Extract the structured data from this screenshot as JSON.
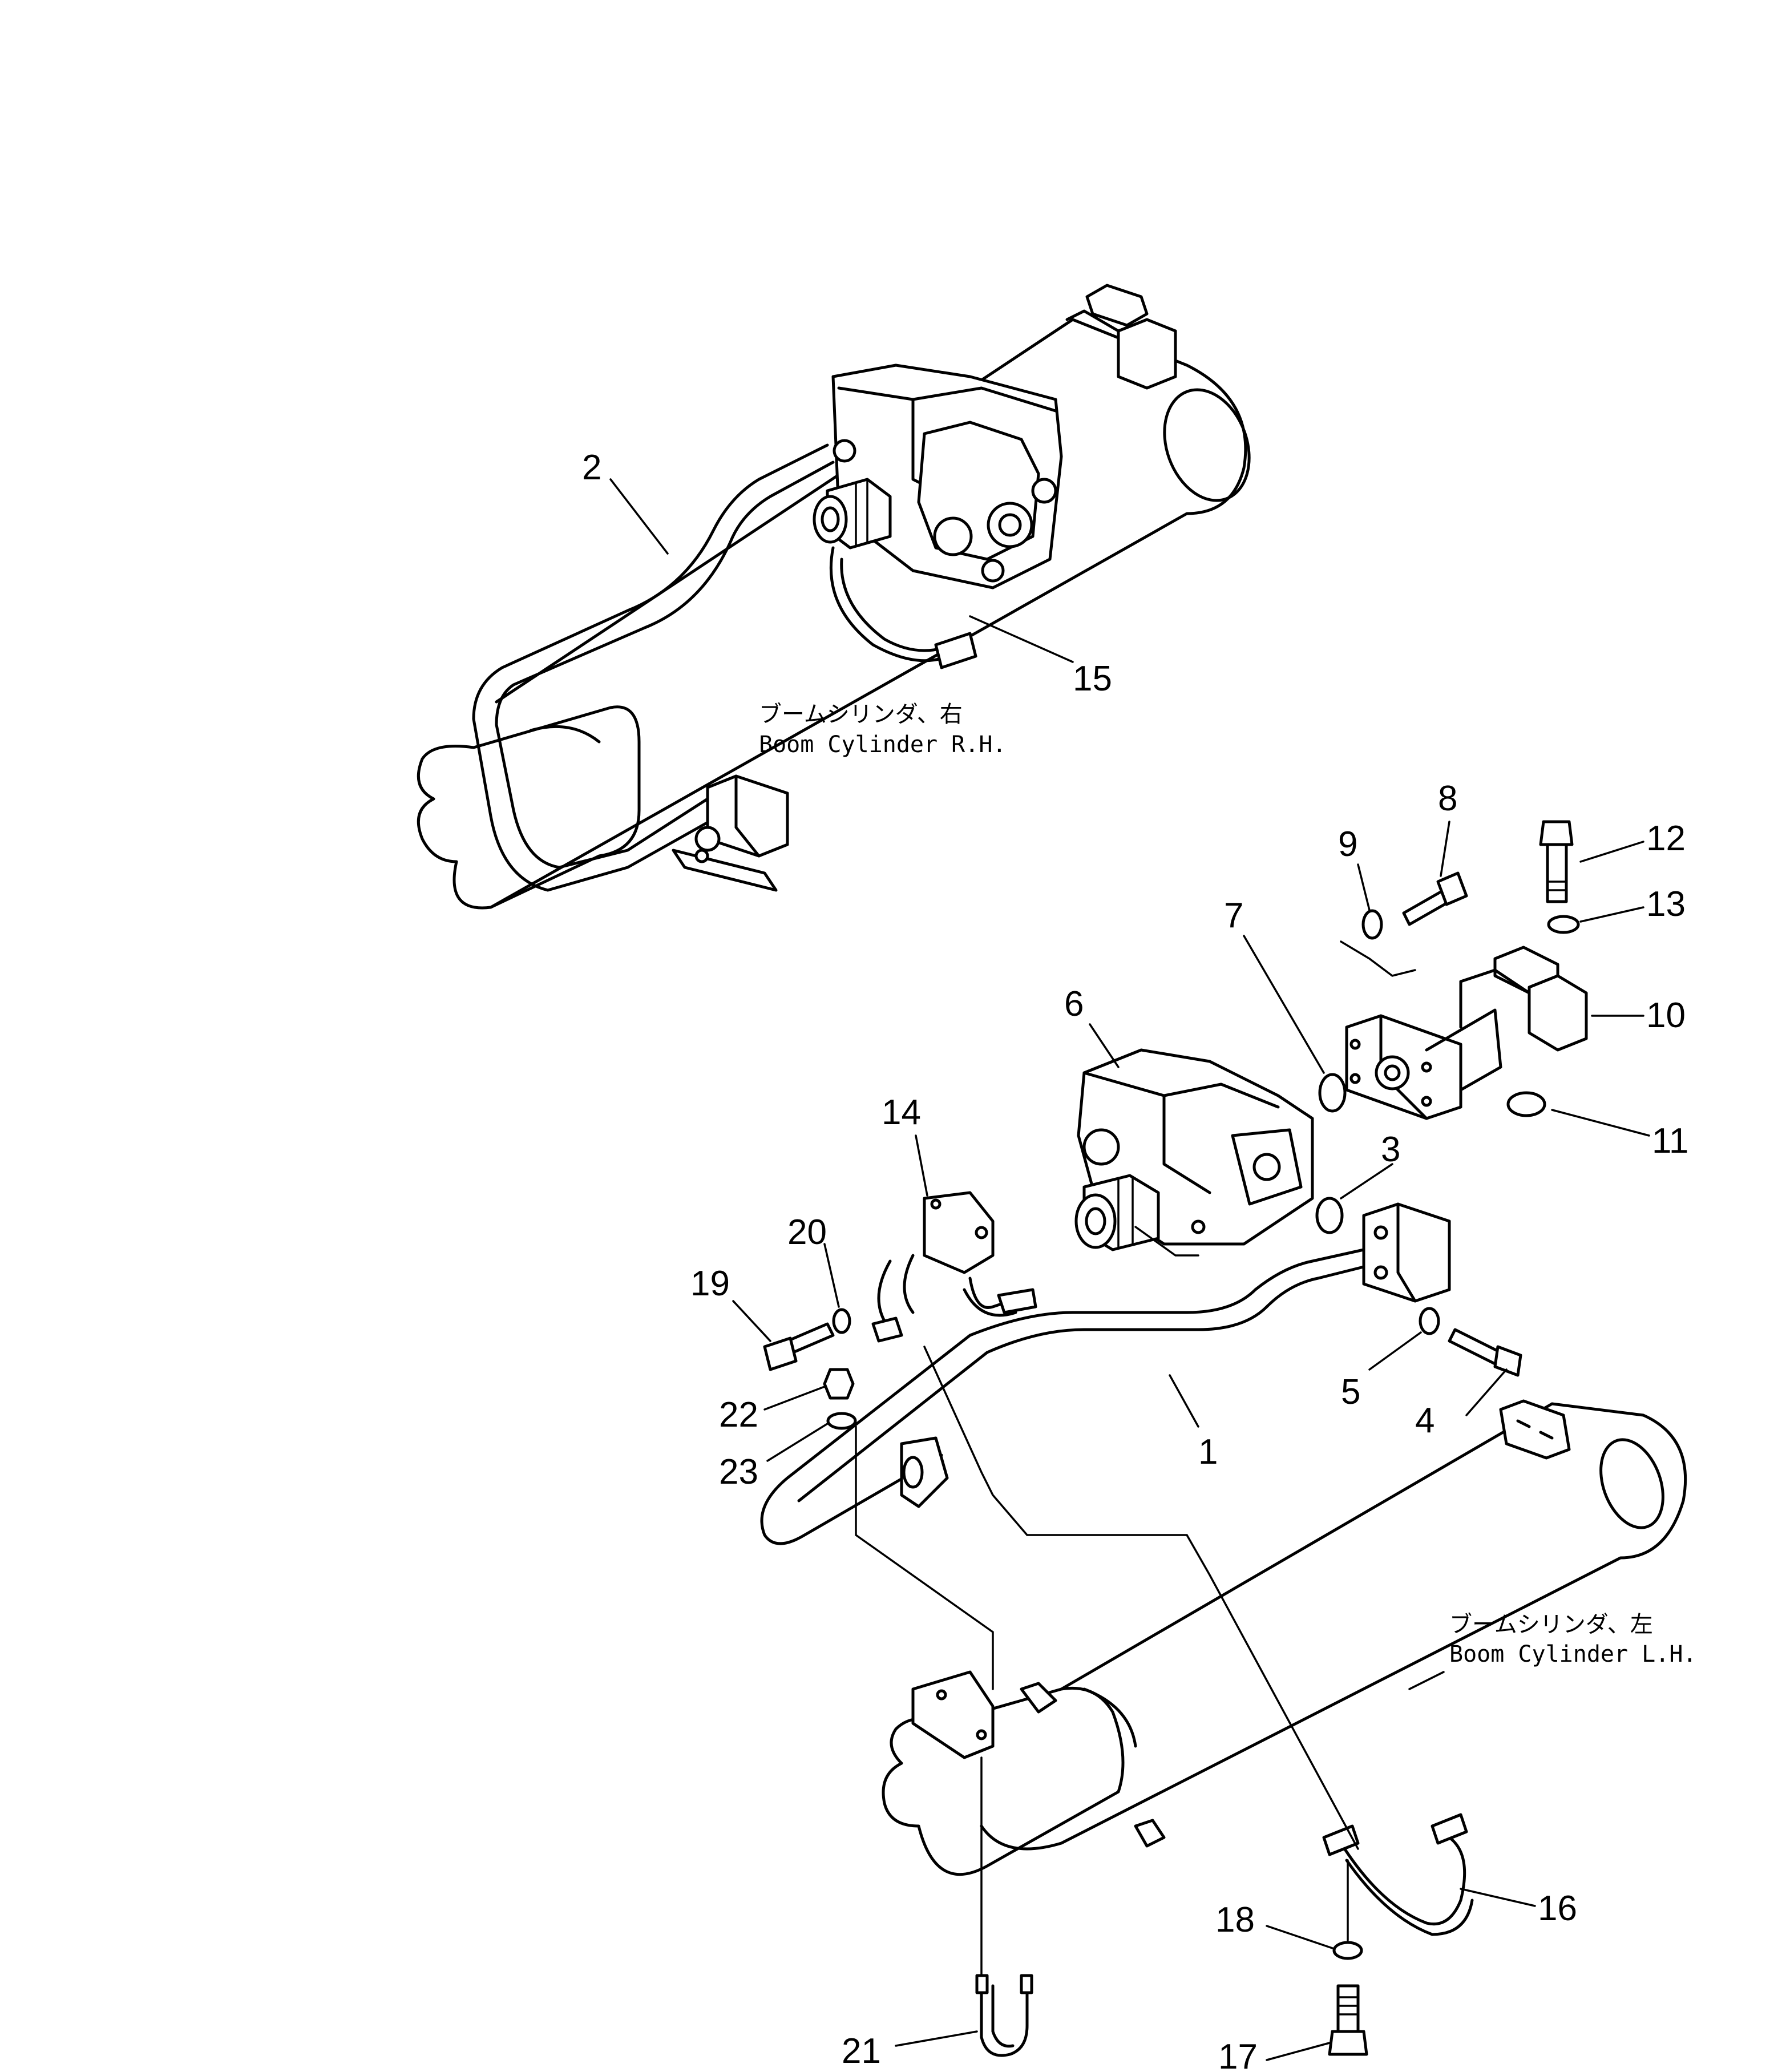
{
  "captions": {
    "rh_jp": "ブームシリンダ、右",
    "rh_en": "Boom Cylinder  R.H.",
    "lh_jp": "ブームシリンダ、左",
    "lh_en": "Boom Cylinder  L.H."
  },
  "callouts": {
    "c1": "1",
    "c2": "2",
    "c3": "3",
    "c4": "4",
    "c5": "5",
    "c6": "6",
    "c7": "7",
    "c8": "8",
    "c9": "9",
    "c10": "10",
    "c11": "11",
    "c12": "12",
    "c13": "13",
    "c14": "14",
    "c15": "15",
    "c16": "16",
    "c17": "17",
    "c18": "18",
    "c19": "19",
    "c20": "20",
    "c21": "21",
    "c22": "22",
    "c23": "23"
  }
}
